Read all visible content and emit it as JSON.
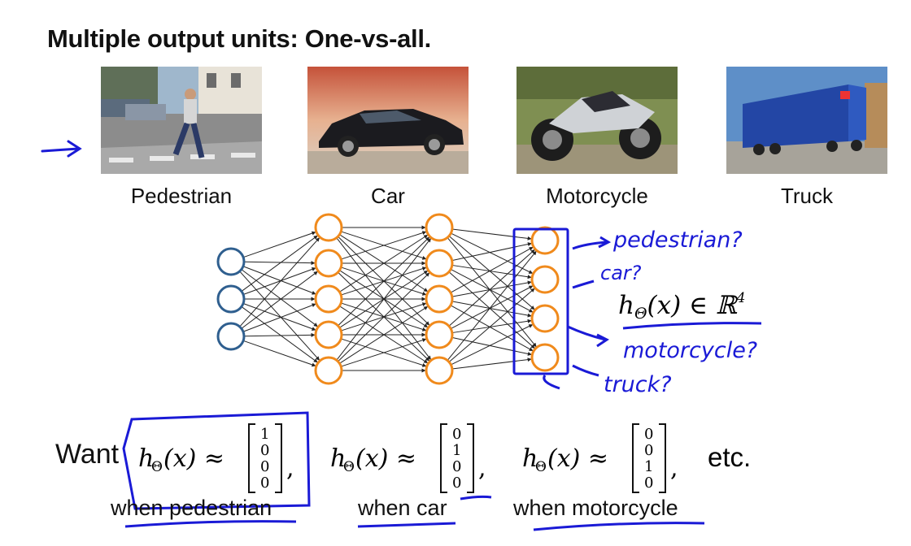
{
  "slide": {
    "title": "Multiple output units: One-vs-all."
  },
  "classes": [
    {
      "label": "Pedestrian"
    },
    {
      "label": "Car"
    },
    {
      "label": "Motorcycle"
    },
    {
      "label": "Truck"
    }
  ],
  "annotations": {
    "pedestrian": "pedestrian?",
    "car": "car?",
    "motorcycle": "motorcycle?",
    "truck": "truck?"
  },
  "formula": {
    "h": "h",
    "h_sub": "Θ",
    "h_arg": "(x) ∈ ℝ",
    "h_exp": "4"
  },
  "want": {
    "word": "Want",
    "approx": "h",
    "sub": "Θ",
    "arg": "(x) ≈",
    "vectors": [
      [
        "1",
        "0",
        "0",
        "0"
      ],
      [
        "0",
        "1",
        "0",
        "0"
      ],
      [
        "0",
        "0",
        "1",
        "0"
      ]
    ],
    "etc": "etc.",
    "conditions": [
      "when pedestrian",
      "when car",
      "when motorcycle"
    ]
  },
  "network": {
    "layers": [
      3,
      5,
      5,
      4
    ],
    "input_color": "#2f5f8f",
    "hidden_color": "#f08a1c",
    "ink_color": "#1a1ad6"
  }
}
